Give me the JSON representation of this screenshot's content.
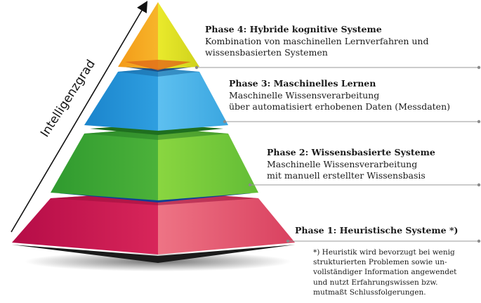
{
  "axis_label": "Intelligenzgrad",
  "phases": [
    {
      "title": "Phase 4: Hybride kognitive Systeme",
      "lines": [
        "Kombination von maschinellen Lernverfahren und",
        "wissensbasierten Systemen"
      ]
    },
    {
      "title": "Phase 3: Maschinelles Lernen",
      "lines": [
        "Maschinelle Wissensverarbeitung",
        "über automatisiert erhobenen Daten (Messdaten)"
      ]
    },
    {
      "title": "Phase 2: Wissensbasierte Systeme",
      "lines": [
        "Maschinelle Wissensverarbeitung",
        "mit manuell erstellter Wissensbasis"
      ]
    },
    {
      "title": "Phase 1: Heuristische Systeme *)",
      "lines": []
    }
  ],
  "footnote_lines": [
    "*) Heuristik wird bevorzugt bei wenig",
    "strukturierten Problemen sowie un-",
    "vollständiger Information angewendet",
    "und nutzt Erfahrungswissen bzw.",
    "mutmaßt Schlussfolgerungen."
  ],
  "colors": {
    "phase4_left": "#f7a31c",
    "phase4_right": "#e3e322",
    "phase3_left": "#1d8fd6",
    "phase3_right": "#4ab6ea",
    "phase2_left": "#36a336",
    "phase2_right": "#7ccc3a",
    "phase1_left": "#c5114e",
    "phase1_right": "#e85d74"
  }
}
